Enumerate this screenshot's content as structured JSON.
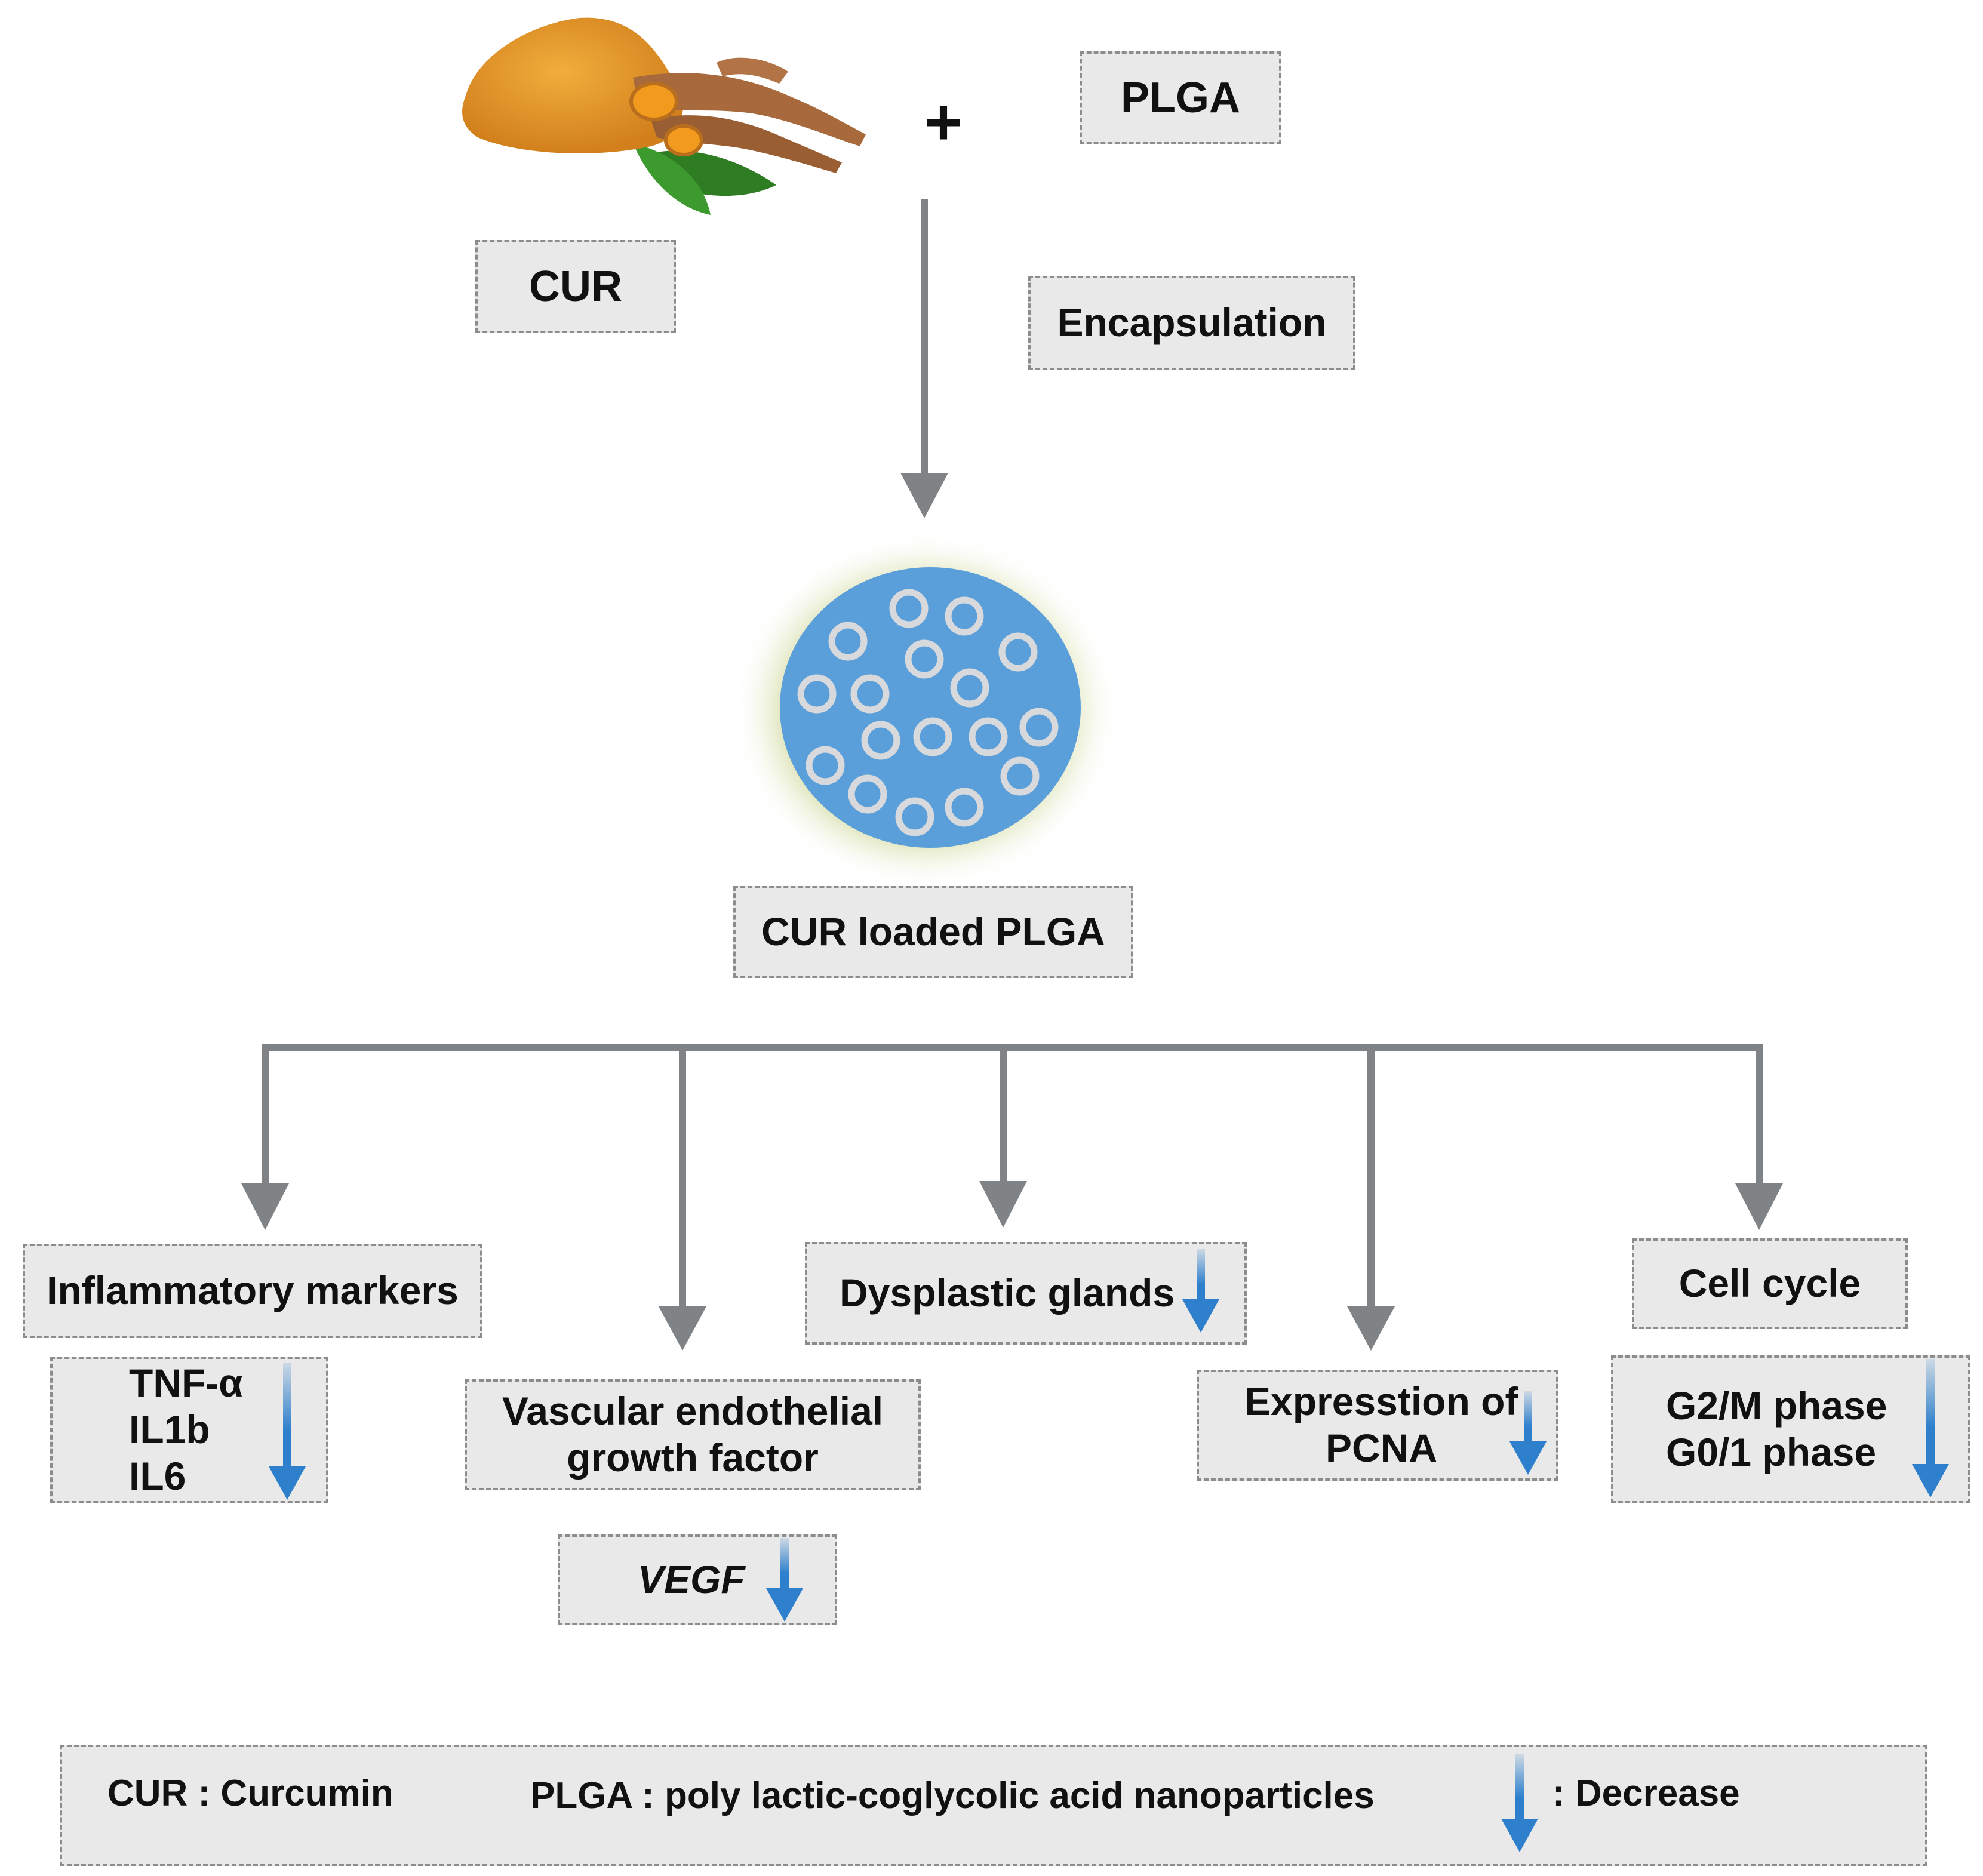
{
  "top": {
    "cur_label": "CUR",
    "plga_label": "PLGA",
    "plus": "+",
    "encapsulation_label": "Encapsulation",
    "nanoparticle_label": "CUR loaded PLGA"
  },
  "outcomes": {
    "inflammatory": {
      "title": "Inflammatory markers",
      "markers": [
        "TNF-α",
        "IL1b",
        "IL6"
      ]
    },
    "vascular": {
      "title_line1": "Vascular endothelial",
      "title_line2": "growth factor",
      "marker": "VEGF"
    },
    "dysplastic": {
      "title": "Dysplastic glands"
    },
    "pcna": {
      "line1": "Expresstion of",
      "line2": "PCNA"
    },
    "cell_cycle": {
      "title": "Cell cycle",
      "phases": [
        "G2/M phase",
        "G0/1 phase"
      ]
    }
  },
  "legend": {
    "cur": "CUR : Curcumin",
    "plga": "PLGA : poly lactic-coglycolic acid nanoparticles",
    "decrease": ": Decrease"
  },
  "colors": {
    "box_fill": "#e9e9e9",
    "box_border": "#8c8c8c",
    "connector": "#7f8385",
    "decrease_arrow": "#2f80cc",
    "nanoparticle": "#5a9fd9",
    "nanoparticle_glow": "#e9eccd",
    "curcumin_powder": "#e79a2c",
    "turmeric_root": "#a86a3c",
    "leaf": "#3c8a2a"
  }
}
